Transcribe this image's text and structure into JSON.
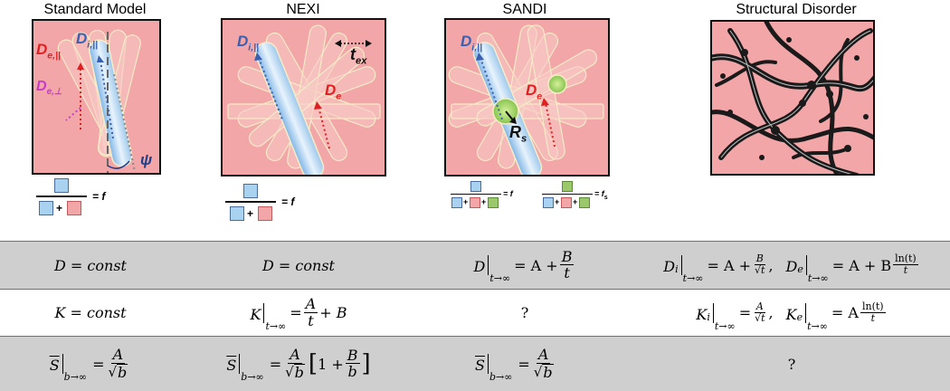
{
  "panels": [
    {
      "title": "Standard Model",
      "labels": {
        "de_par": "D",
        "de_par_sub": "e,||",
        "di_par": "D",
        "di_par_sub": "i,||",
        "de_perp": "D",
        "de_perp_sub": "e,⊥",
        "psi": "ψ"
      }
    },
    {
      "title": "NEXI",
      "labels": {
        "di_par": "D",
        "di_par_sub": "i,||",
        "tex": "t",
        "tex_sub": "ex",
        "de": "D",
        "de_sub": "e"
      }
    },
    {
      "title": "SANDI",
      "labels": {
        "di_par": "D",
        "di_par_sub": "i,||",
        "de": "D",
        "de_sub": "e",
        "rs": "R",
        "rs_sub": "s"
      }
    },
    {
      "title": "Structural Disorder"
    }
  ],
  "fractions": {
    "plus": "+",
    "eq_f": "= f",
    "eq_fs": "= f",
    "fs_sub": "s"
  },
  "table": {
    "rows": [
      {
        "sm": "D = const",
        "nexi": "D = const",
        "sandi_lhs": "D",
        "sandi_sub": "t→∞",
        "sandi_rhs_a": "= A +",
        "sandi_num": "B",
        "sandi_den": "t",
        "sd_lhs1": "D",
        "sd_lhs1_sub": "i",
        "sd_sub1": "t→∞",
        "sd_eq1": "= A +",
        "sd_num1": "B",
        "sd_den1": "√t",
        "sd_comma": ",",
        "sd_lhs2": "D",
        "sd_lhs2_sub": "e",
        "sd_sub2": "t→∞",
        "sd_eq2": "= A + B",
        "sd_num2": "ln(t)",
        "sd_den2": "t"
      },
      {
        "sm": "K = const",
        "nexi_lhs": "K",
        "nexi_sub": "t→∞",
        "nexi_eq": "=",
        "nexi_num": "A",
        "nexi_den": "t",
        "nexi_tail": "+ B",
        "sandi": "?",
        "sd_lhs1": "K",
        "sd_lhs1_sub": "i",
        "sd_sub1": "t→∞",
        "sd_eq1": "=",
        "sd_num1": "A",
        "sd_den1": "√t",
        "sd_comma": ",",
        "sd_lhs2": "K",
        "sd_lhs2_sub": "e",
        "sd_sub2": "t→∞",
        "sd_eq2": "= A",
        "sd_num2": "ln(t)",
        "sd_den2": "t"
      },
      {
        "lhs": "S",
        "sub": "b→∞",
        "eq": "=",
        "num": "A",
        "den_sqrt": "b",
        "nexi_br_open": "[",
        "nexi_one": "1 +",
        "nexi_num2": "B",
        "nexi_den2": "b",
        "nexi_br_close": "]",
        "sd": "?"
      }
    ]
  }
}
